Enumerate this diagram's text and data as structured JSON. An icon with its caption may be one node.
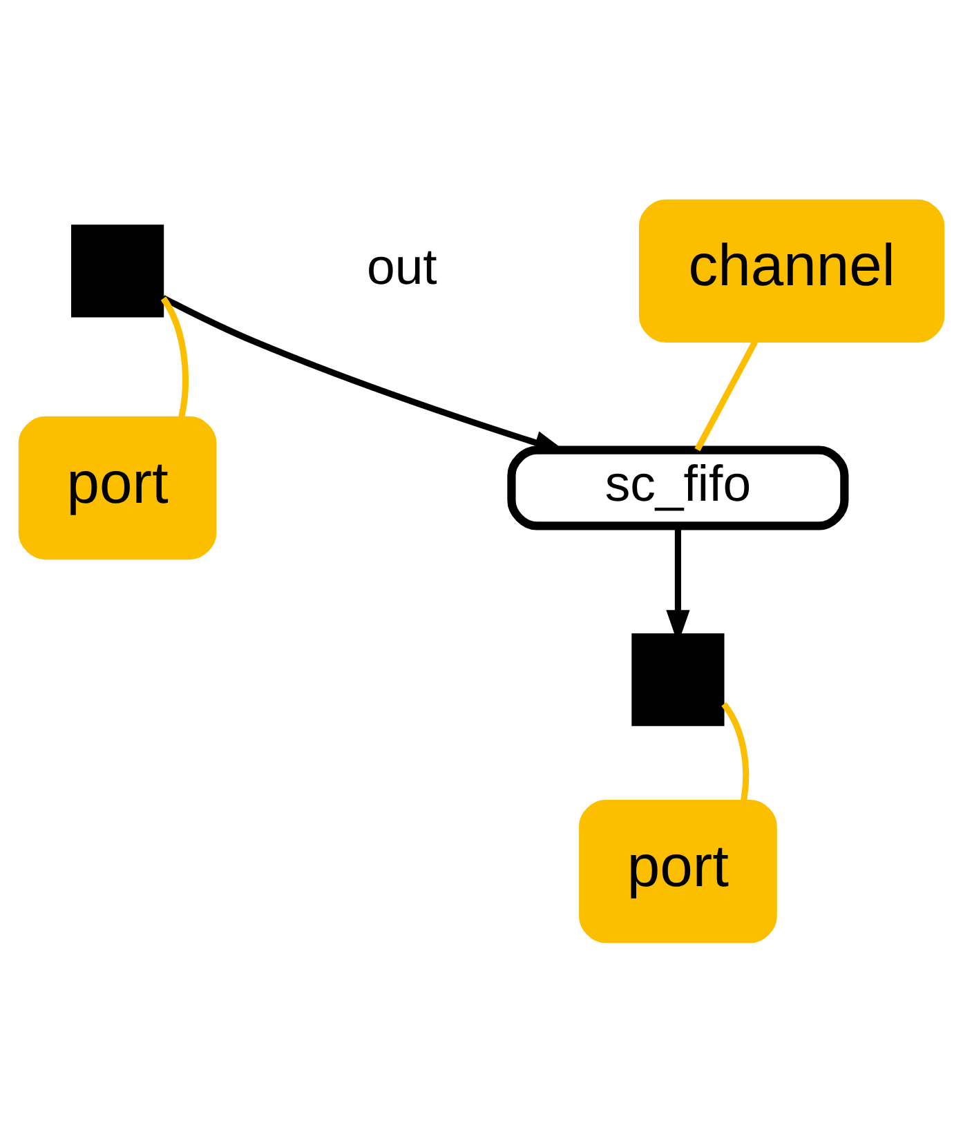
{
  "diagram": {
    "nodes": [
      {
        "text": [
          "channel"
        ]
      },
      {
        "text": [
          "sc_fifo"
        ]
      },
      {
        "text": [],
        "shape": "box"
      },
      {
        "text": [],
        "shape": "box"
      },
      {
        "text": [
          "port"
        ]
      },
      {
        "text": [
          "port"
        ]
      }
    ],
    "edges": [
      {
        "from": 0,
        "to": 1,
        "arrow": "none"
      },
      {
        "from": 2,
        "to": 1,
        "arrow": "to",
        "color": "#000000"
      },
      {
        "from": 1,
        "to": 3,
        "arrow": "to",
        "color": "#000000"
      },
      {
        "from": 4,
        "to": 2,
        "arrow": "none"
      },
      {
        "from": 5,
        "to": 3,
        "arrow": "none"
      }
    ],
    "labels": [
      "out"
    ]
  }
}
